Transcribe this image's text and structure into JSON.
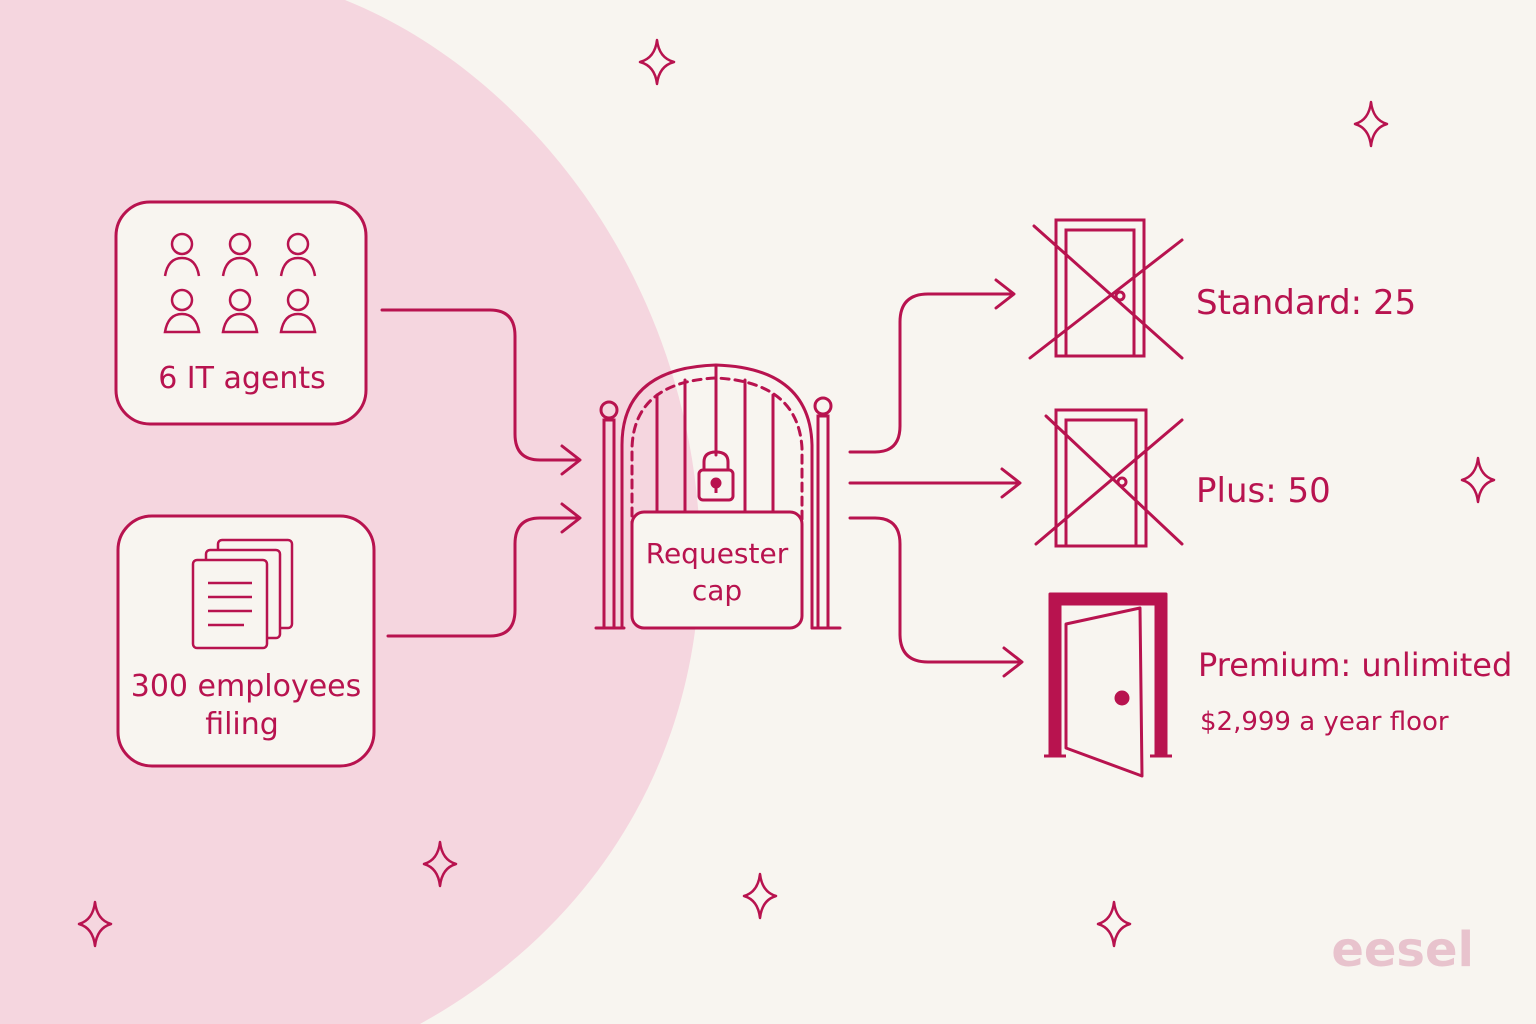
{
  "colors": {
    "background": "#f8f5f0",
    "blob": "#f5d6df",
    "ink": "#b8134f",
    "logo": "#e8c3cd"
  },
  "sources": {
    "agents": {
      "label": "6 IT agents",
      "icon": "people-icon"
    },
    "employees": {
      "line1": "300 employees",
      "line2": "filing",
      "icon": "documents-icon"
    }
  },
  "gate": {
    "line1": "Requester",
    "line2": "cap",
    "icon": "padlock-icon"
  },
  "tiers": [
    {
      "label": "Standard: 25",
      "status": "blocked",
      "icon": "closed-door-crossed-icon"
    },
    {
      "label": "Plus: 50",
      "status": "blocked",
      "icon": "closed-door-crossed-icon"
    },
    {
      "label": "Premium: unlimited",
      "sublabel": "$2,999 a year floor",
      "status": "open",
      "icon": "open-door-icon"
    }
  ],
  "brand": {
    "logo_text": "eesel"
  }
}
